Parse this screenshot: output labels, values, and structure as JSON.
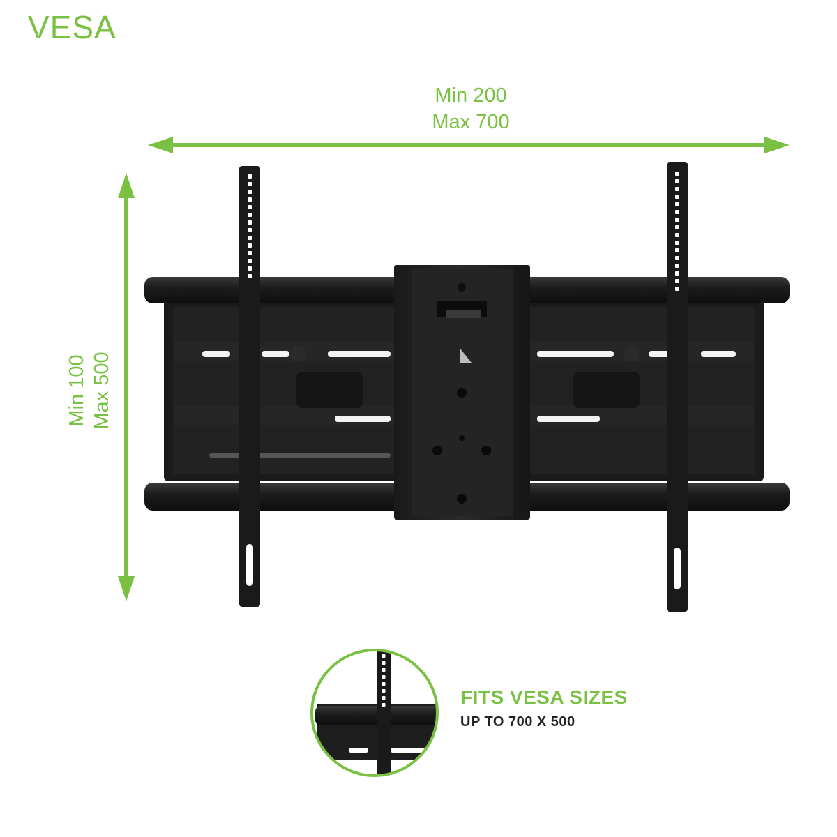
{
  "heading": "VESA",
  "width_dimension": {
    "min": "Min 200",
    "max": "Max 700"
  },
  "height_dimension": {
    "min": "Min 100",
    "max": "Max 500"
  },
  "badge": {
    "title": "FITS VESA SIZES",
    "subtitle": "UP TO 700 X 500"
  },
  "colors": {
    "accent": "#7ac143",
    "mount": "#1e1e1e",
    "text": "#222222"
  },
  "image": {
    "subject": "articulating-tv-wall-mount",
    "icons": [
      "double-arrow-horizontal",
      "double-arrow-vertical",
      "zoom-circle"
    ]
  }
}
